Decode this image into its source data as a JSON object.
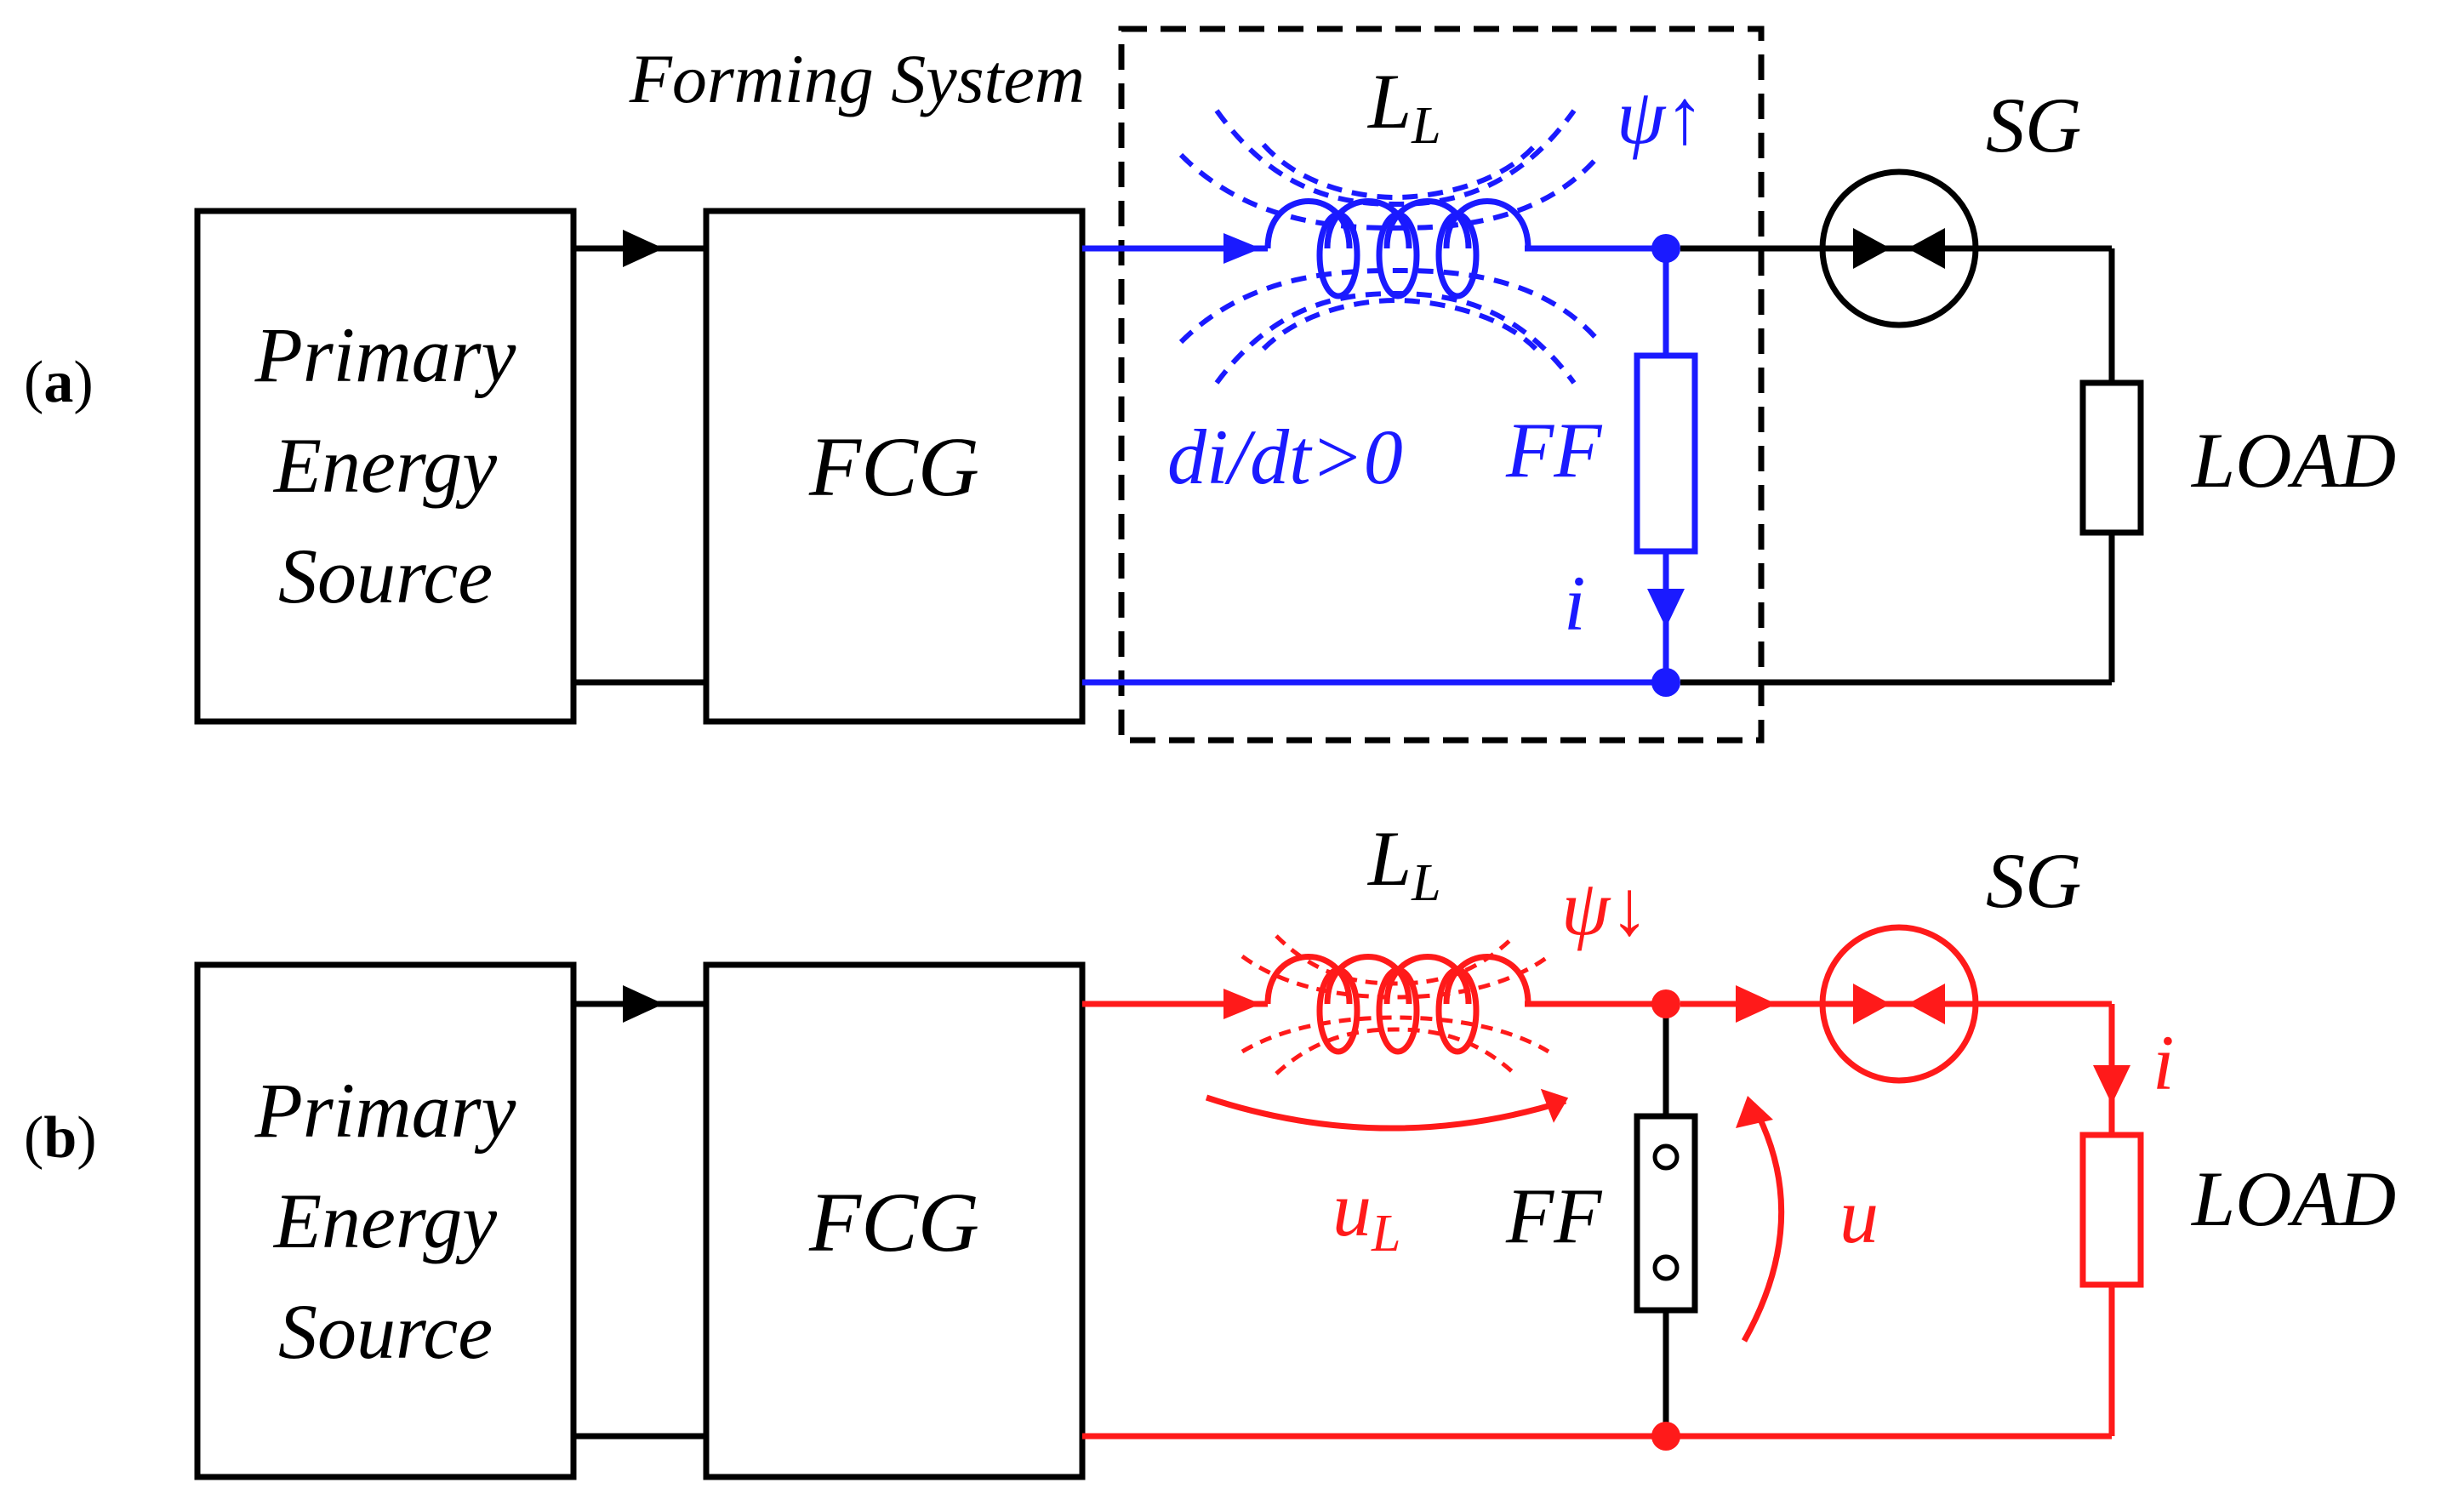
{
  "colors": {
    "black": "#000000",
    "blue": "#1a1aff",
    "red": "#ff1a1a",
    "background": "#ffffff"
  },
  "panel_a": {
    "tag_open": "(",
    "tag_letter": "a",
    "tag_close": ")",
    "forming_system_label": "Forming System",
    "source_label": [
      "Primary",
      "Energy",
      "Source"
    ],
    "fcg_label": "FCG",
    "inductor_symbol": "L",
    "inductor_subscript": "L",
    "flux_label": "ψ↑",
    "sg_label": "SG",
    "load_label": "LOAD",
    "didt_label": "di/dt>0",
    "ff_label": "FF",
    "current_label": "i"
  },
  "panel_b": {
    "tag_open": "(",
    "tag_letter": "b",
    "tag_close": ")",
    "source_label": [
      "Primary",
      "Energy",
      "Source"
    ],
    "fcg_label": "FCG",
    "inductor_symbol": "L",
    "inductor_subscript": "L",
    "flux_label": "ψ↓",
    "sg_label": "SG",
    "load_label": "LOAD",
    "ff_label": "FF",
    "current_label": "i",
    "ul_symbol": "u",
    "ul_subscript": "L",
    "u_label": "u"
  }
}
